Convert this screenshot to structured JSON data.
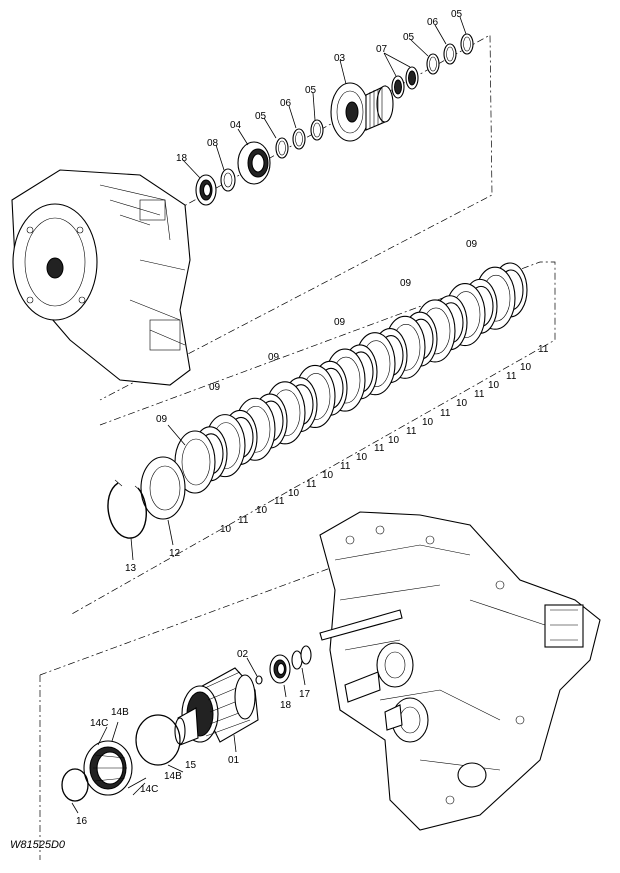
{
  "caption": "W81525D0",
  "labels": {
    "p01": "01",
    "p02": "02",
    "p03": "03",
    "p04": "04",
    "p05": "05",
    "p06": "06",
    "p07": "07",
    "p08": "08",
    "p09": "09",
    "p10": "10",
    "p11": "11",
    "p12": "12",
    "p13": "13",
    "p14b": "14B",
    "p14c": "14C",
    "p15": "15",
    "p16": "16",
    "p17": "17",
    "p18": "18"
  }
}
